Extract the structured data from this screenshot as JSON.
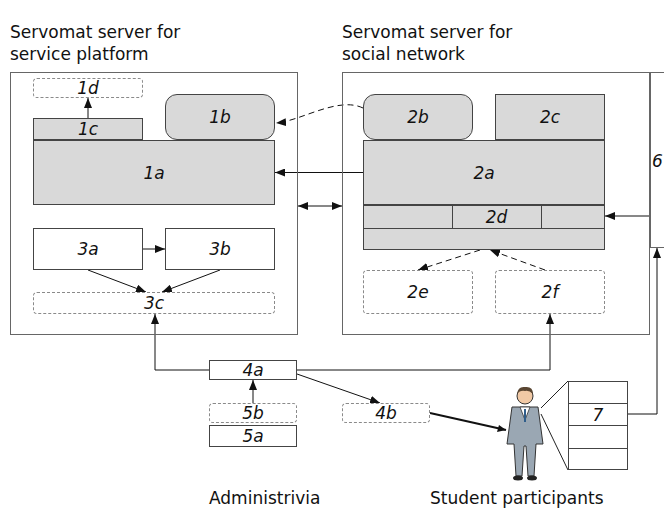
{
  "diagram": {
    "nodes": [
      {
        "text": [
          "Servomat server for service platform"
        ]
      },
      {
        "text": [
          "1d"
        ],
        "in": 0
      },
      {
        "text": [
          "1c"
        ],
        "in": 0
      },
      {
        "text": [
          "1b"
        ],
        "in": 0
      },
      {
        "text": [
          "1a"
        ],
        "in": 0
      },
      {
        "text": [
          "3a"
        ],
        "in": 0
      },
      {
        "text": [
          "3b"
        ],
        "in": 0
      },
      {
        "text": [
          "3c"
        ],
        "in": 0
      },
      {
        "text": [
          "Servomat server for social network"
        ]
      },
      {
        "text": [
          "2b"
        ],
        "in": 8
      },
      {
        "text": [
          "2c"
        ],
        "in": 8
      },
      {
        "text": [
          "2a"
        ],
        "in": 8
      },
      {
        "text": [
          "2d"
        ],
        "in": 8
      },
      {
        "text": [
          "2e"
        ],
        "in": 8
      },
      {
        "text": [
          "2f"
        ],
        "in": 8
      },
      {
        "text": [
          "6"
        ]
      },
      {
        "text": [
          "4a"
        ]
      },
      {
        "text": [
          "4b"
        ]
      },
      {
        "text": [
          "5b"
        ]
      },
      {
        "text": [
          "5a"
        ]
      },
      {
        "text": [
          "7"
        ]
      }
    ],
    "edges": [
      {
        "from": 2,
        "to": 1,
        "arrow": "to"
      },
      {
        "from": 9,
        "to": 3,
        "arrow": "to"
      },
      {
        "from": 11,
        "to": 4,
        "arrow": "to"
      },
      {
        "from": 0,
        "to": 8,
        "arrow": "both"
      },
      {
        "from": 15,
        "to": 12,
        "arrow": "to"
      },
      {
        "from": 5,
        "to": 6,
        "arrow": "to"
      },
      {
        "from": 5,
        "to": 7,
        "arrow": "to"
      },
      {
        "from": 6,
        "to": 7,
        "arrow": "to"
      },
      {
        "from": 12,
        "to": 13,
        "arrow": "to"
      },
      {
        "from": 14,
        "to": 12,
        "arrow": "to"
      },
      {
        "from": 16,
        "to": 7,
        "arrow": "to"
      },
      {
        "from": 16,
        "to": 14,
        "arrow": "to"
      },
      {
        "from": 16,
        "to": 17,
        "arrow": "to"
      },
      {
        "from": 18,
        "to": 16,
        "arrow": "to"
      },
      {
        "from": 20,
        "to": 15,
        "arrow": "to"
      }
    ],
    "labels": [
      "Administrivia",
      "Student participants"
    ]
  }
}
